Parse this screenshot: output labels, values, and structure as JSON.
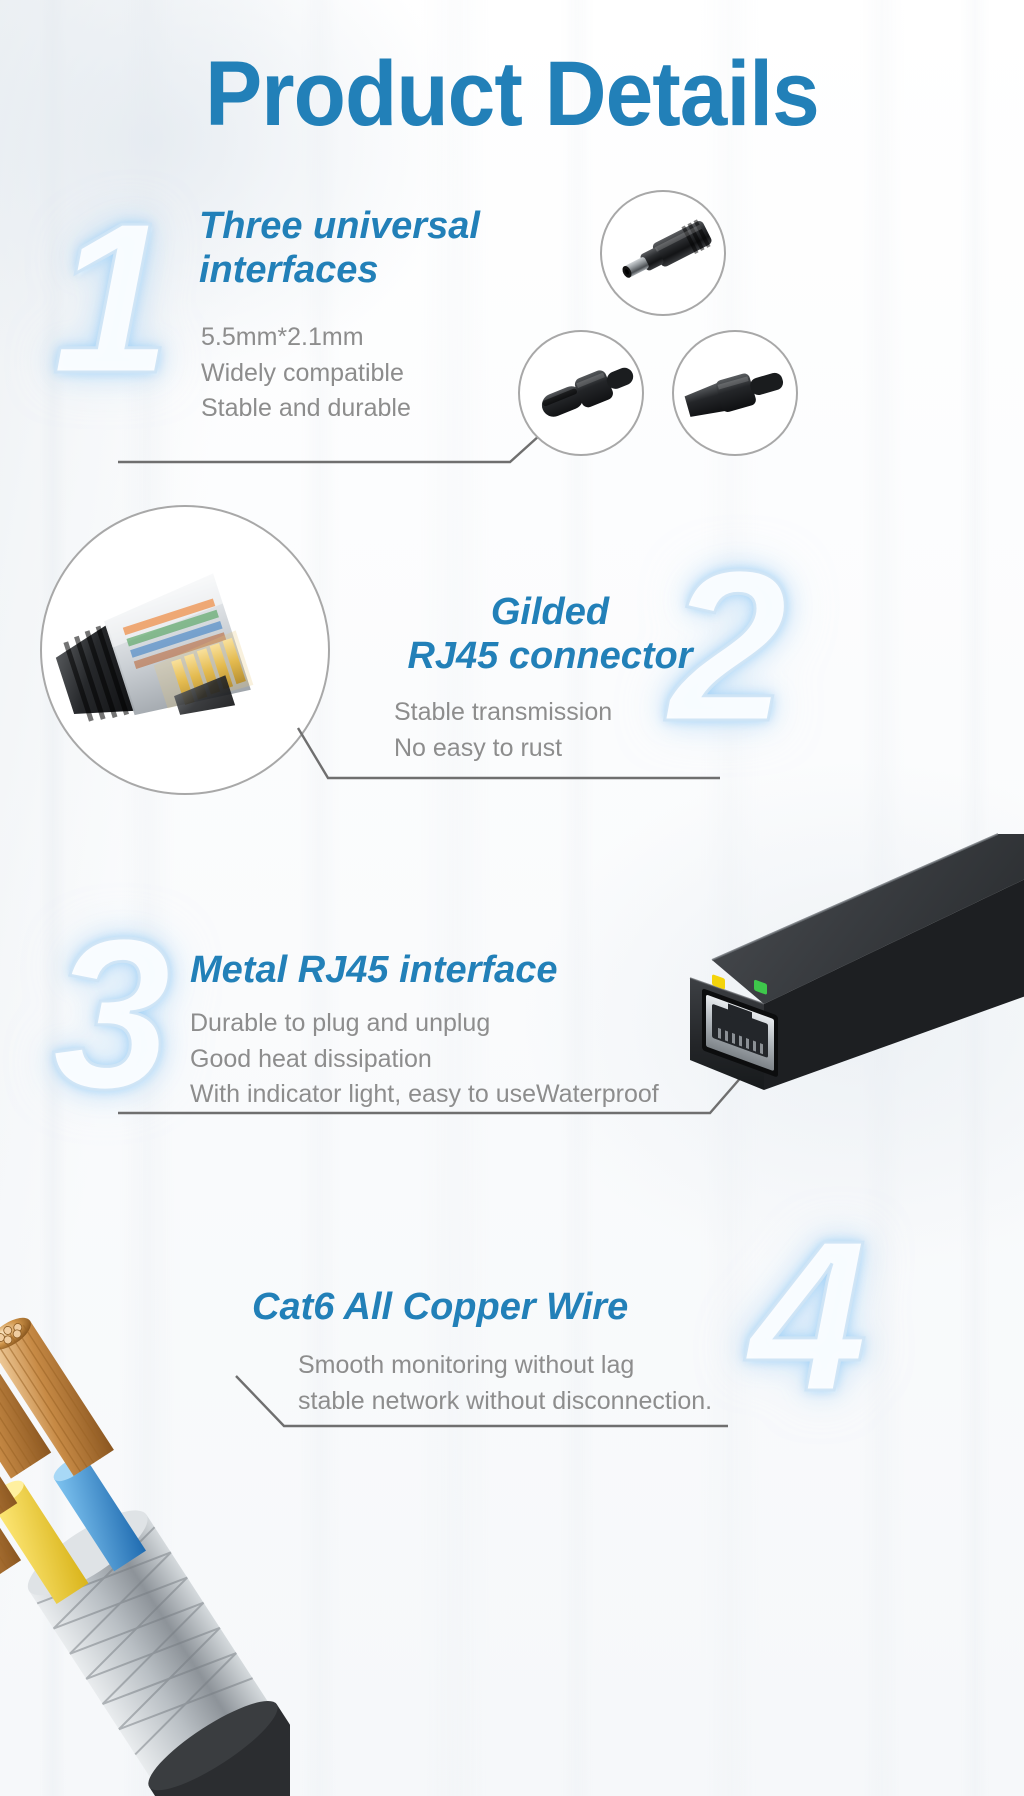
{
  "page": {
    "title": "Product Details",
    "accent_color": "#2280b8",
    "body_color": "#8d8d8d",
    "background_color": "#ffffff"
  },
  "sections": [
    {
      "number": "1",
      "heading": "Three universal\ninterfaces",
      "body": "5.5mm*2.1mm\nWidely compatible\nStable and durable",
      "images": [
        {
          "name": "dc-barrel-connector-photo",
          "label": "DC 5.5mm*2.1mm barrel plug"
        },
        {
          "name": "usb-c-connector-photo",
          "label": "USB Type-C plug"
        },
        {
          "name": "micro-usb-connector-photo",
          "label": "Micro USB plug"
        }
      ]
    },
    {
      "number": "2",
      "heading": "Gilded\nRJ45 connector",
      "body": "Stable transmission\nNo easy to rust",
      "images": [
        {
          "name": "rj45-gold-plug-photo",
          "label": "Gold plated RJ45 plug"
        }
      ]
    },
    {
      "number": "3",
      "heading": "Metal RJ45 interface",
      "body": "Durable to plug and unplug\nGood heat dissipation\nWith indicator light, easy to useWaterproof",
      "images": [
        {
          "name": "poe-injector-photo",
          "label": "Metal RJ45 port with indicator lights"
        }
      ]
    },
    {
      "number": "4",
      "heading": "Cat6 All Copper Wire",
      "body": "Smooth monitoring without lag\nstable network without disconnection.",
      "images": [
        {
          "name": "copper-wire-bundle-photo",
          "label": "Cat6 copper conductor bundle"
        }
      ]
    }
  ]
}
